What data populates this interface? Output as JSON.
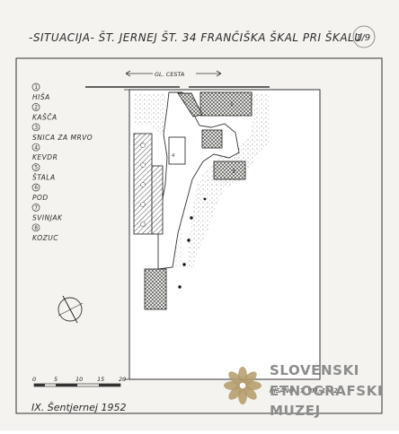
{
  "title": "-SITUACIJA-  ŠT. JERNEJ ŠT. 34 FRANČIŠKA ŠKAL PRI ŠKALU",
  "sheet_number": "1/9",
  "road_label": "GL. CESTA",
  "legend": [
    {
      "num": "1",
      "label": "HIŠA"
    },
    {
      "num": "2",
      "label": "KAŠČA"
    },
    {
      "num": "3",
      "label": "SNICA ZA MRVO"
    },
    {
      "num": "4",
      "label": "KEVDR"
    },
    {
      "num": "5",
      "label": "ŠTALA"
    },
    {
      "num": "6",
      "label": "POD"
    },
    {
      "num": "7",
      "label": "SVINJAK"
    },
    {
      "num": "8",
      "label": "KOZUC"
    }
  ],
  "scale_labels": [
    "0",
    "5",
    "10",
    "15",
    "20"
  ],
  "signature": "IX. Šentjernej 1952",
  "drawn_by": "RISANO 17. VIII. 1952",
  "museum": {
    "line1": "SLOVENSKI",
    "line2": "ETNOGRAFSKI",
    "line3": "MUZEJ",
    "color": "#b39a6a"
  }
}
